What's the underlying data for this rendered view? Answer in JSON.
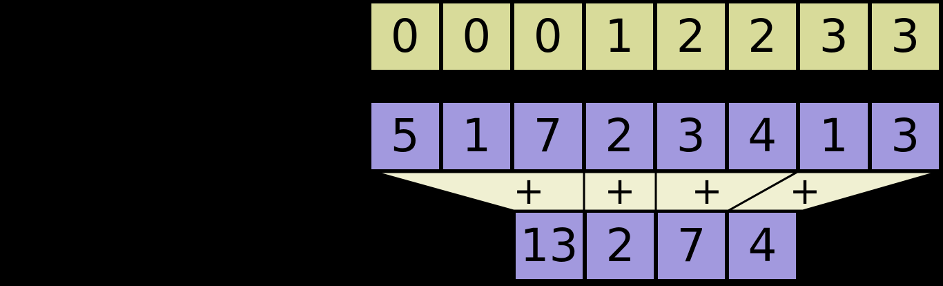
{
  "diagram": {
    "keys_row": {
      "cells": [
        "0",
        "0",
        "0",
        "1",
        "2",
        "2",
        "3",
        "3"
      ]
    },
    "values_row": {
      "cells": [
        "5",
        "1",
        "7",
        "2",
        "3",
        "4",
        "1",
        "3"
      ]
    },
    "operator_row": {
      "operators": [
        "+",
        "+",
        "+",
        "+"
      ]
    },
    "results_row": {
      "cells": [
        "13",
        "2",
        "7",
        "4"
      ]
    }
  },
  "colors": {
    "background": "#000000",
    "keys_fill": "#d8db9a",
    "values_fill": "#a299de",
    "funnel_fill": "#f0f0d2",
    "border": "#000000"
  }
}
